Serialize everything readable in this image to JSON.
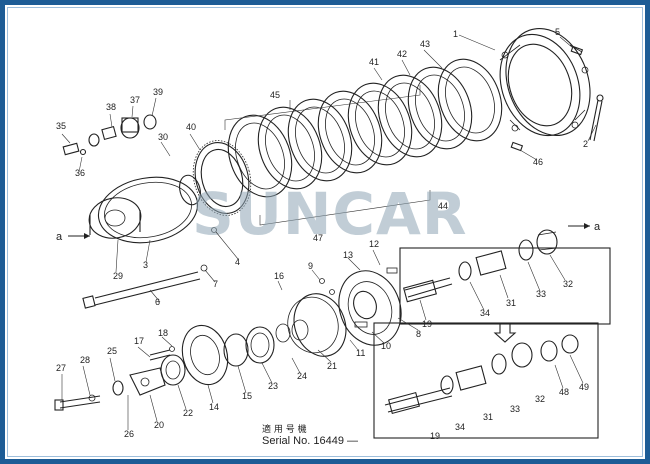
{
  "watermark": "SUNCAR",
  "serial_caption_chinese": "適 用 号 機",
  "serial_caption": "Serial No. 16449 —",
  "reference_arrows": [
    "a",
    "a"
  ],
  "part_labels": [
    "1",
    "2",
    "3",
    "4",
    "5",
    "6",
    "7",
    "8",
    "9",
    "10",
    "11",
    "12",
    "13",
    "14",
    "15",
    "16",
    "17",
    "18",
    "19",
    "20",
    "21",
    "22",
    "23",
    "24",
    "25",
    "26",
    "27",
    "28",
    "29",
    "30",
    "31",
    "32",
    "33",
    "34",
    "35",
    "36",
    "37",
    "38",
    "39",
    "40",
    "41",
    "42",
    "43",
    "44",
    "45",
    "46",
    "47",
    "48",
    "49"
  ],
  "lower_assembly_labels": [
    "19",
    "31",
    "32",
    "33",
    "34",
    "48",
    "49"
  ]
}
